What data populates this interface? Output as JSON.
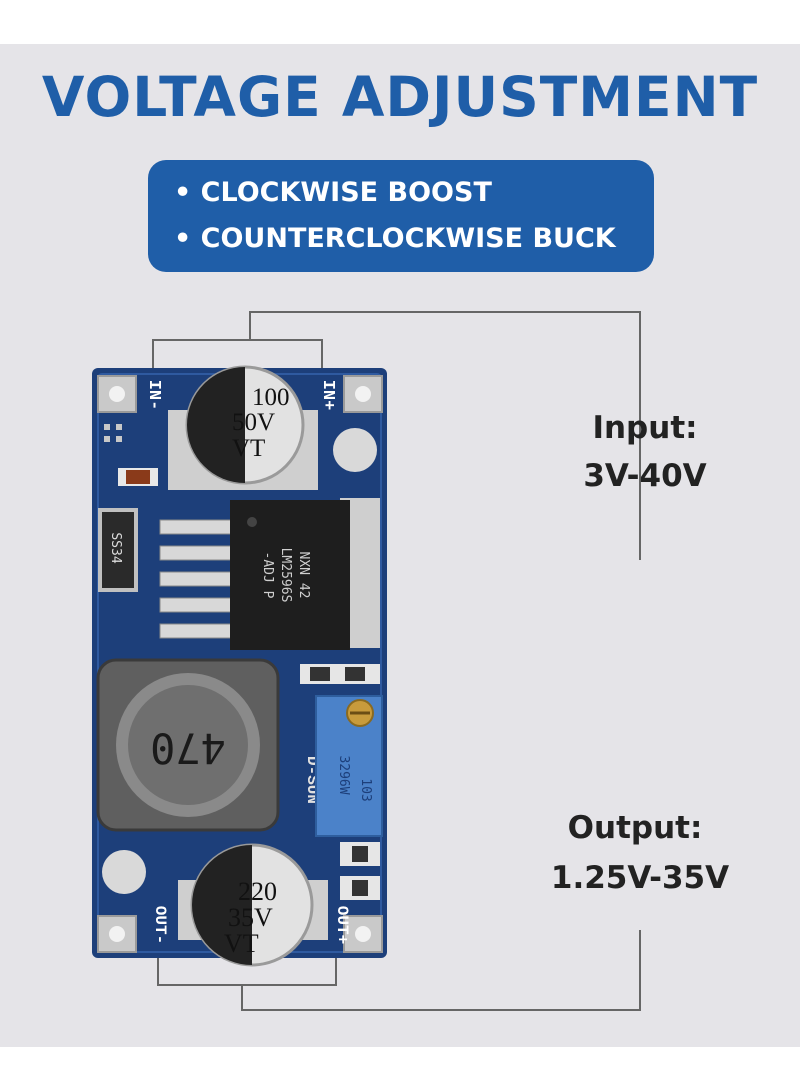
{
  "title": "VOLTAGE ADJUSTMENT",
  "notes": [
    "• CLOCKWISE BOOST",
    "• COUNTERCLOCKWISE BUCK"
  ],
  "input": {
    "label": "Input:",
    "range": "3V-40V"
  },
  "output": {
    "label": "Output:",
    "range": "1.25V-35V"
  },
  "board": {
    "pin_labels": {
      "in_minus": "IN-",
      "in_plus": "IN+",
      "out_minus": "OUT-",
      "out_plus": "OUT+"
    },
    "cap_input": [
      "100",
      "50V",
      "VT"
    ],
    "cap_output": [
      "220",
      "35V",
      "VT"
    ],
    "inductor": "470",
    "diode": "SS34",
    "chip": [
      "NXN 42",
      "LM2596S",
      "-ADJ P"
    ],
    "pot": [
      "103",
      "3296W"
    ],
    "brand": "D-SUN"
  },
  "colors": {
    "brand_blue": "#1f5ea8",
    "pcb_blue": "#1d3f7a",
    "background": "#e5e4e8"
  }
}
